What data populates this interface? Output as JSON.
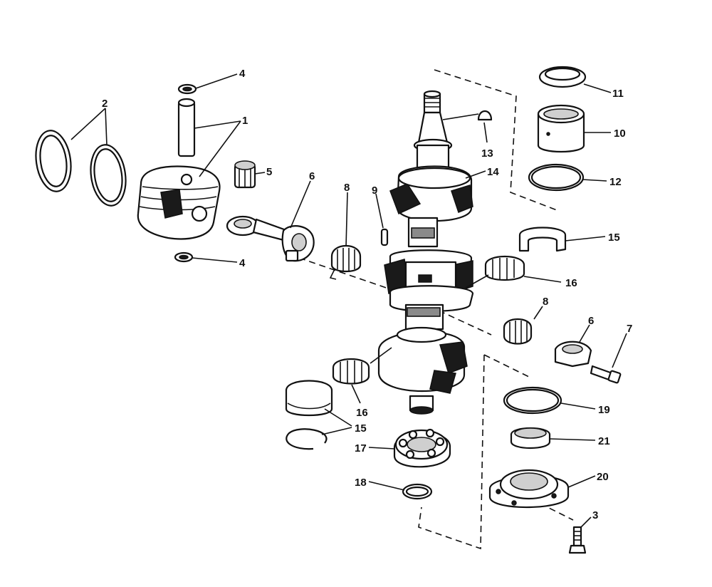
{
  "callouts": {
    "c1": "1",
    "c2": "2",
    "c3": "3",
    "c4a": "4",
    "c4b": "4",
    "c5": "5",
    "c6a": "6",
    "c6b": "6",
    "c7": "7",
    "c8a": "8",
    "c8b": "8",
    "c9": "9",
    "c10": "10",
    "c11": "11",
    "c12": "12",
    "c13": "13",
    "c14": "14",
    "c15a": "15",
    "c15b": "15",
    "c16a": "16",
    "c16b": "16",
    "c17": "17",
    "c18": "18",
    "c19": "19",
    "c20": "20",
    "c21": "21"
  }
}
